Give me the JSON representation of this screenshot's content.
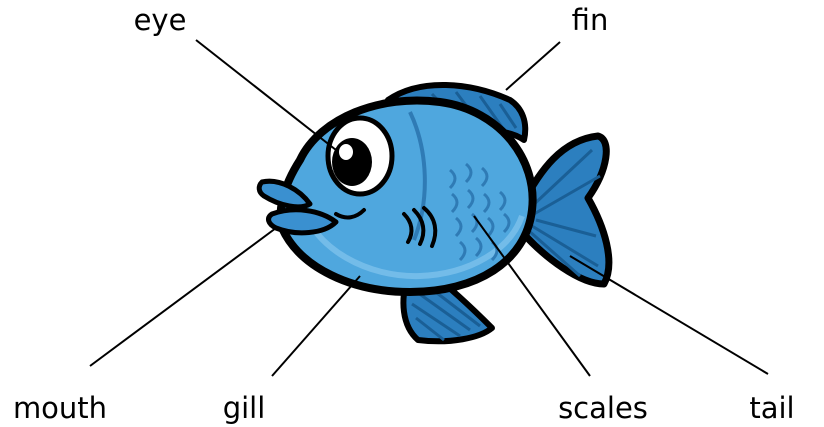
{
  "labels": {
    "eye": "eye",
    "fin": "fin",
    "mouth": "mouth",
    "gill": "gill",
    "scales": "scales",
    "tail": "tail"
  },
  "colors": {
    "body_fill": "#4fa7de",
    "fin_fill": "#2c7fbf",
    "mouth_fill": "#3a90d0",
    "outline": "#000000",
    "leader_line": "#000000",
    "background": "#ffffff"
  },
  "icons": {
    "subject": "fish-illustration"
  }
}
